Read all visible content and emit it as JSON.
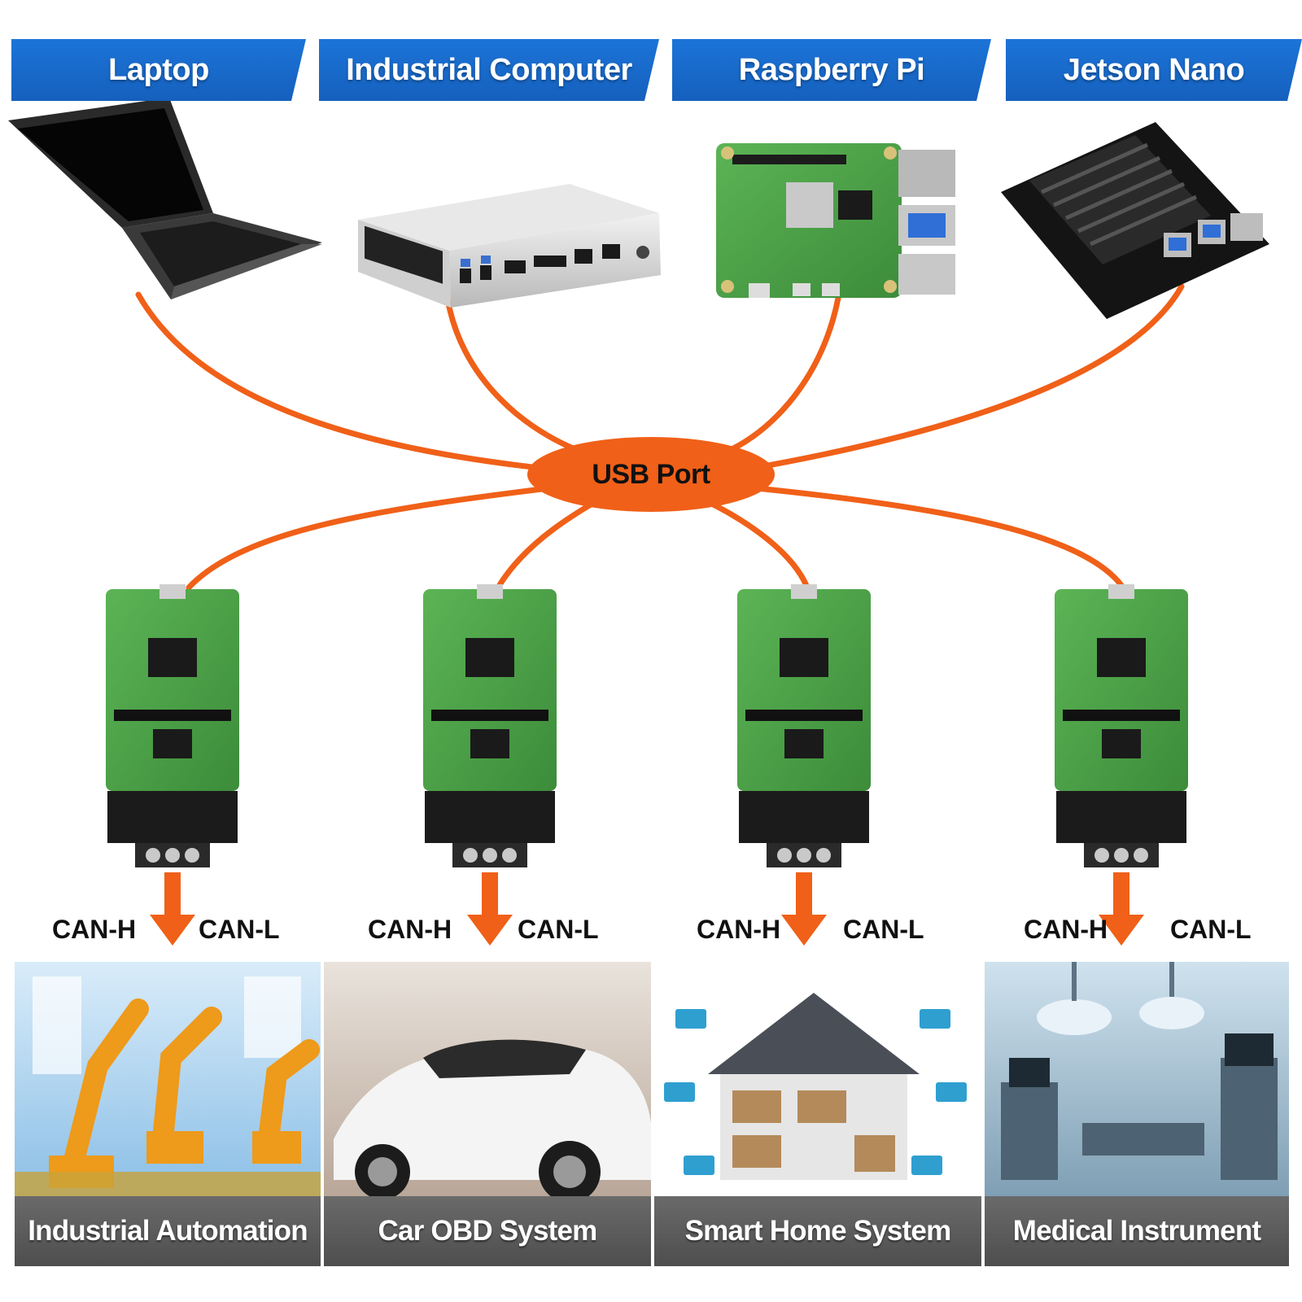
{
  "colors": {
    "tab_blue": "#1c74d8",
    "cable_orange": "#f06018",
    "pcb_green": "#4fa34a",
    "caption_gray": "#555555"
  },
  "hosts": [
    {
      "label": "Laptop",
      "icon": "laptop-icon"
    },
    {
      "label": "Industrial Computer",
      "icon": "industrial-computer-icon"
    },
    {
      "label": "Raspberry Pi",
      "icon": "raspberry-pi-board-icon"
    },
    {
      "label": "Jetson Nano",
      "icon": "jetson-nano-board-icon"
    }
  ],
  "hub": {
    "label": "USB Port"
  },
  "adapters": [
    {
      "can_h": "CAN-H",
      "can_l": "CAN-L"
    },
    {
      "can_h": "CAN-H",
      "can_l": "CAN-L"
    },
    {
      "can_h": "CAN-H",
      "can_l": "CAN-L"
    },
    {
      "can_h": "CAN-H",
      "can_l": "CAN-L"
    }
  ],
  "applications": [
    {
      "label": "Industrial Automation",
      "icon": "robot-arm-icon"
    },
    {
      "label": "Car OBD System",
      "icon": "car-icon"
    },
    {
      "label": "Smart Home System",
      "icon": "smart-home-icon"
    },
    {
      "label": "Medical Instrument",
      "icon": "operating-room-icon"
    }
  ]
}
